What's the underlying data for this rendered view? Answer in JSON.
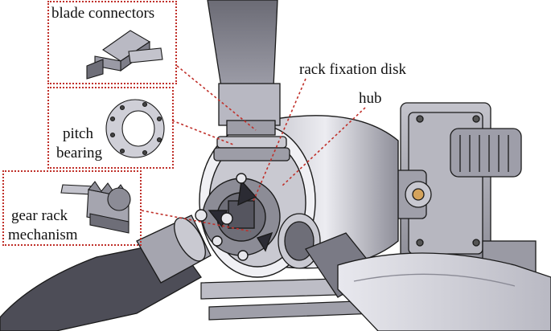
{
  "labels": {
    "blade_connectors": "blade connectors",
    "rack_fixation_disk": "rack fixation disk",
    "hub": "hub",
    "pitch_bearing_line1": "pitch",
    "pitch_bearing_line2": "bearing",
    "gear_rack_line1": "gear rack",
    "gear_rack_line2": "mechanism"
  },
  "colors": {
    "callout": "#c0302a",
    "steel_light": "#d9d9e0",
    "steel_mid": "#a9a9b4",
    "steel_dark": "#5c5c66",
    "outline": "#1a1a1a"
  }
}
